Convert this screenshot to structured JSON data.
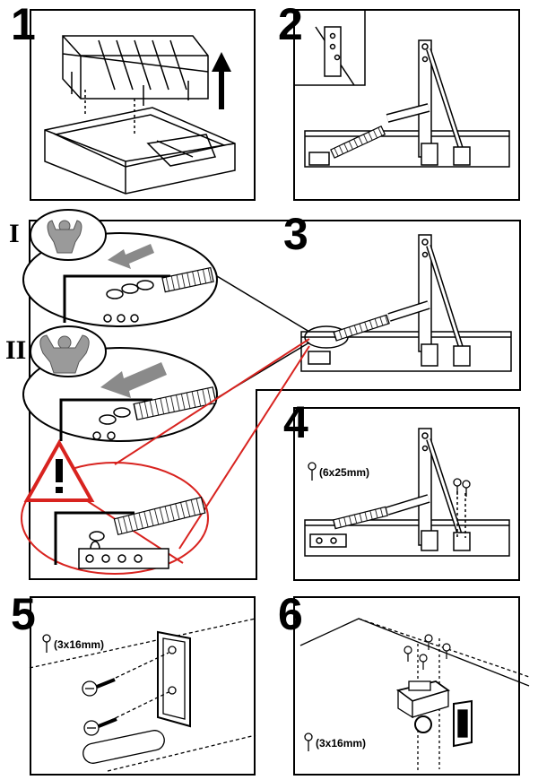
{
  "steps": {
    "s1": "1",
    "s2": "2",
    "s3": "3",
    "s4": "4",
    "s5": "5",
    "s6": "6"
  },
  "roman": {
    "i": "I",
    "ii": "II"
  },
  "screws": {
    "step4": "(6x25mm)",
    "step5": "(3x16mm)",
    "step6": "(3x16mm)"
  },
  "colors": {
    "ink": "#000000",
    "warning": "#d8231f",
    "arrow_gray": "#8a8a8a",
    "figure_gray": "#9a9a9a"
  },
  "icons": [
    "bodybuilder-icon",
    "warning-icon",
    "screw-icon",
    "arrow-up-icon"
  ]
}
